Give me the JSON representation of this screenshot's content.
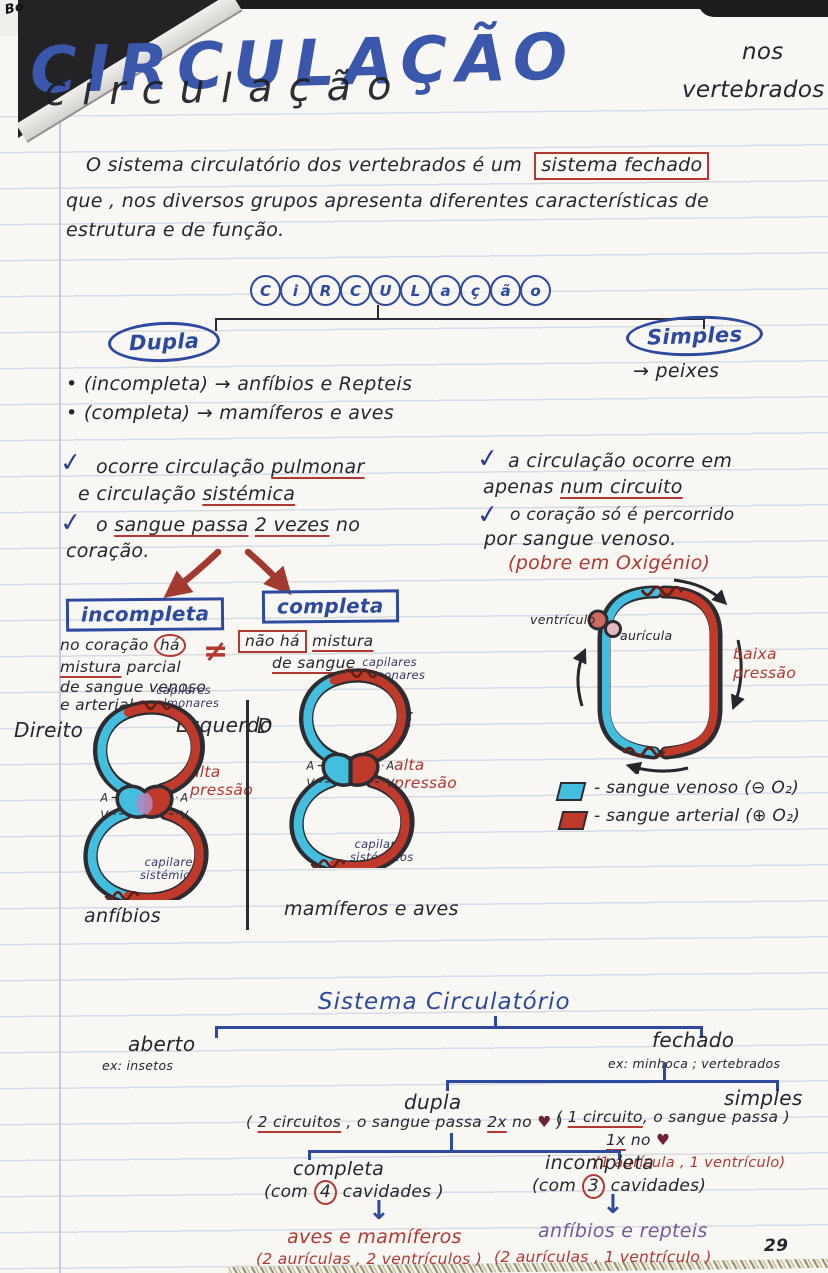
{
  "corner_mark": "Bo",
  "page_number": "29",
  "colors": {
    "ink_blue": "#2e4a9e",
    "ink_black": "#26262b",
    "ink_red": "#b23831",
    "venous_cyan": "#44bede",
    "arterial_red": "#c03a2c",
    "purple": "#75599f"
  },
  "header": {
    "big": "CIRCULAÇÃO",
    "script": "circulação",
    "sub1": "nos",
    "sub2": "vertebrados"
  },
  "intro": {
    "l1": "O sistema circulatório dos vertebrados é um",
    "box": "sistema fechado",
    "l2": "que , nos diversos grupos apresenta diferentes características de",
    "l3": "estrutura e de função."
  },
  "bubble": {
    "letters": [
      "C",
      "i",
      "R",
      "C",
      "U",
      "L",
      "a",
      "ç",
      "ã",
      "o"
    ]
  },
  "tree1": {
    "dupla": "Dupla",
    "simples": "Simples",
    "peixes": "→ peixes",
    "b1": "• (incompleta) → anfíbios e Repteis",
    "b2": "• (completa) → mamíferos e aves"
  },
  "checks": {
    "mark": "✓",
    "d1a": "ocorre circulação ",
    "d1b": "pulmonar",
    "d2a": "e circulação ",
    "d2b": "sistémica",
    "d3a": "o ",
    "d3b": "sangue passa",
    "d3c": " ",
    "d3d": "2 vezes",
    "d3e": " no",
    "d4": "coração.",
    "s1": "a circulação ocorre em",
    "s2a": "apenas ",
    "s2b": "num circuito",
    "s3": "o coração só é percorrido",
    "s4": "por sangue venoso.",
    "s5": "(pobre em Oxigénio)"
  },
  "compare": {
    "left_box": "incompleta",
    "right_box": "completa",
    "neq": "≠",
    "l1a": "no coração ",
    "l1b": "há",
    "l2a": "mistura",
    "l2b": " parcial",
    "l3": "de sangue venoso",
    "l4": "e arterial",
    "r1a": "não há",
    "r1b": " ",
    "r1c": "mistura",
    "r2": "de sangue"
  },
  "hearts": {
    "cap": "capilares",
    "pulm": "pulmonares",
    "sist": "sistémicos",
    "alta1": "alta",
    "alta2": "pressão",
    "direito": "Direito",
    "esquerdo": "Esquerdo",
    "d": "D",
    "e": "E",
    "a": "A",
    "v": "V",
    "anfibios": "anfíbios",
    "mamiferos": "mamíferos e aves"
  },
  "fish": {
    "ventriculo": "ventrículo",
    "auricula": "aurícula",
    "baixa1": "baixa",
    "baixa2": "pressão"
  },
  "legend": {
    "venoso": "- sangue venoso (⊖ O₂)",
    "arterial": "- sangue arterial (⊕ O₂)"
  },
  "bottom": {
    "title": "Sistema Circulatório",
    "aberto": "aberto",
    "aberto_ex": "ex: insetos",
    "fechado": "fechado",
    "fechado_ex": "ex: minhoca ; vertebrados",
    "dupla": "dupla",
    "d_open": "( ",
    "d_u1": "2 circuitos",
    "d_mid": " , o sangue passa ",
    "d_u2": "2x",
    "d_no": " no ",
    "d_heart": "♥",
    "d_close": " )",
    "simples": "simples",
    "s_open": "( ",
    "s_u1": "1 circuito",
    "s_mid": ", o sangue passa ",
    "s_close": ")",
    "s_u2": "1x",
    "s_no": " no ",
    "s_heart": "♥",
    "s_red": "(1 aurícula , 1 ventrículo)",
    "completa": "completa",
    "c_pre": "(com ",
    "c_num": "4",
    "c_post": " cavidades )",
    "incompleta": "incompleta",
    "i_pre": "(com ",
    "i_num": "3",
    "i_post": " cavidades)",
    "arrow": "↓",
    "aves": "aves e mamíferos",
    "anf": "anfíbios e repteis",
    "red_l": "(2 aurículas , 2 ventrículos )",
    "red_r": "(2 aurículas , 1 ventrículo )"
  }
}
